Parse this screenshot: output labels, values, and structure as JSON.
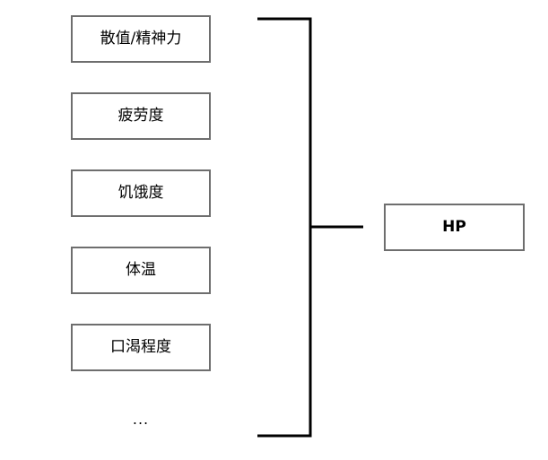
{
  "diagram": {
    "inputs": [
      {
        "label": "散值/精神力"
      },
      {
        "label": "疲劳度"
      },
      {
        "label": "饥饿度"
      },
      {
        "label": "体温"
      },
      {
        "label": "口渴程度"
      }
    ],
    "more_label": "...",
    "output": {
      "label": "HP"
    },
    "colors": {
      "line": "#000000",
      "box_border": "#6e6e6e",
      "text": "#000000"
    }
  }
}
